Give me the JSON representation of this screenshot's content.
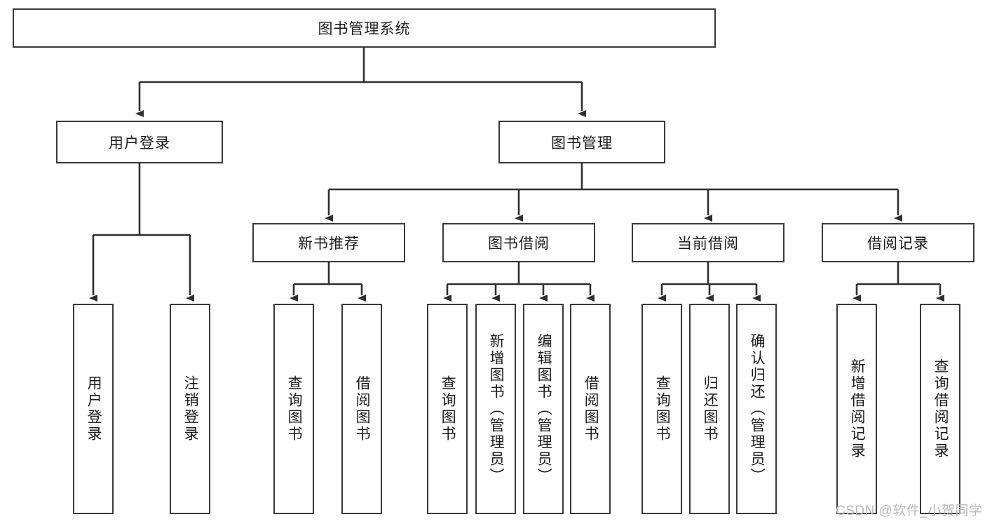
{
  "diagram": {
    "type": "hierarchy-tree",
    "title": "图书管理系统",
    "watermark": "CSDN @软件_小贺同学",
    "colors": {
      "border": "#3a3a3a",
      "background": "#ffffff",
      "text": "#1a1a1a",
      "connector": "#2f2f2f",
      "watermark": "#b9b9b9"
    },
    "root": {
      "label": "图书管理系统"
    },
    "level2": [
      {
        "label": "用户登录"
      },
      {
        "label": "图书管理"
      }
    ],
    "level3": [
      {
        "label": "新书推荐"
      },
      {
        "label": "图书借阅"
      },
      {
        "label": "当前借阅"
      },
      {
        "label": "借阅记录"
      }
    ],
    "leaves": {
      "user_login": [
        {
          "label": "用户登录"
        },
        {
          "label": "注销登录"
        }
      ],
      "new_book": [
        {
          "label": "查询图书"
        },
        {
          "label": "借阅图书"
        }
      ],
      "borrow_book": [
        {
          "label": "查询图书"
        },
        {
          "label": "新增图书（管理员）"
        },
        {
          "label": "编辑图书（管理员）"
        },
        {
          "label": "借阅图书"
        }
      ],
      "current_borrow": [
        {
          "label": "查询图书"
        },
        {
          "label": "归还图书"
        },
        {
          "label": "确认归还（管理员）"
        }
      ],
      "borrow_record": [
        {
          "label": "新增借阅记录"
        },
        {
          "label": "查询借阅记录"
        }
      ]
    }
  }
}
